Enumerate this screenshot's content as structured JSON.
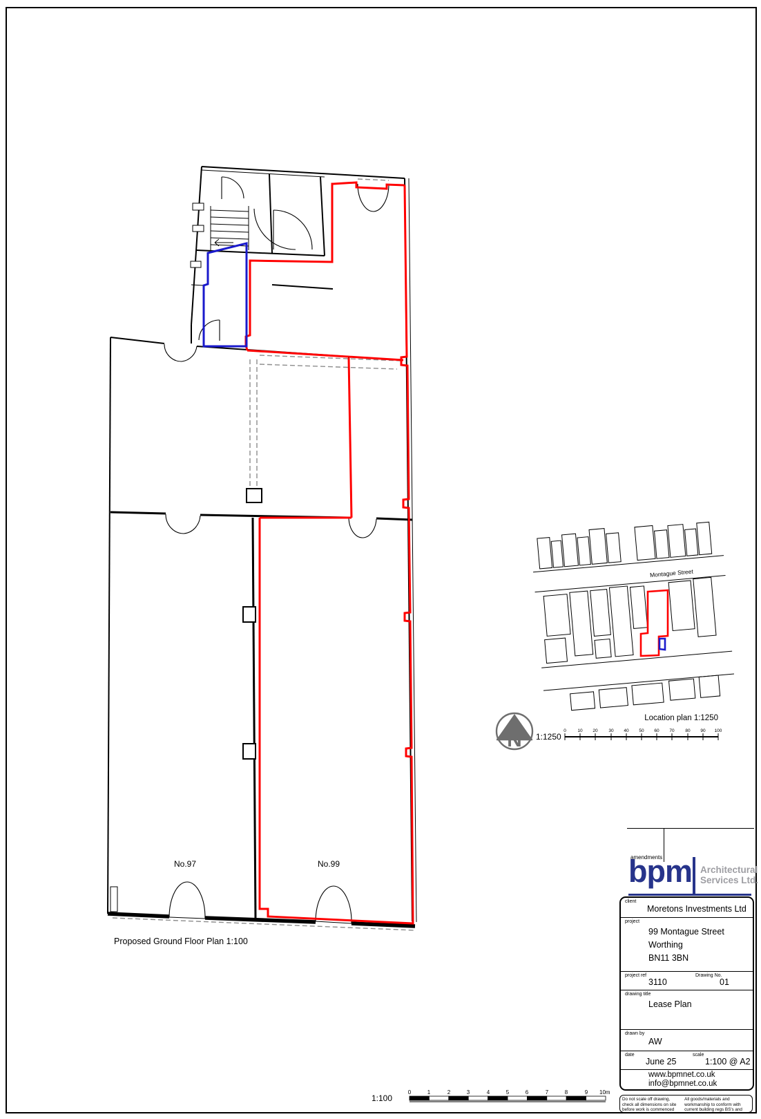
{
  "colors": {
    "lease_boundary": "#ff0000",
    "secondary_boundary": "#1a1acc",
    "logo_blue": "#27348b",
    "logo_gray": "#9e9ea3",
    "dash_gray": "#8c8c8c",
    "north_gray": "#6e6e6e"
  },
  "floor_plan": {
    "title": "Proposed Ground Floor Plan 1:100",
    "unit_left": "No.97",
    "unit_right": "No.99"
  },
  "location_plan": {
    "title": "Location plan 1:1250",
    "street": "Montague Street",
    "scale_label": "1:1250",
    "ticks": [
      "0",
      "10",
      "20",
      "30",
      "40",
      "50",
      "60",
      "70",
      "80",
      "90",
      "100"
    ]
  },
  "north_arrow": {
    "letter": "N"
  },
  "main_scale": {
    "label": "1:100",
    "ticks": [
      "0",
      "1",
      "2",
      "3",
      "4",
      "5",
      "6",
      "7",
      "8",
      "9"
    ],
    "end_label": "10m"
  },
  "title_block": {
    "amendments_label": "amendments",
    "logo_text": "bpm",
    "logo_sub1": "Architectural",
    "logo_sub2": "Services Ltd.",
    "client_label": "client",
    "client": "Moretons Investments Ltd",
    "project_label": "project",
    "project_line1": "99 Montague Street",
    "project_line2": "Worthing",
    "project_line3": "BN11 3BN",
    "project_ref_label": "project ref",
    "project_ref": "3110",
    "drawing_no_label": "Drawing No.",
    "drawing_no": "01",
    "drawing_title_label": "drawing title",
    "drawing_title": "Lease Plan",
    "drawn_by_label": "drawn by",
    "drawn_by": "AW",
    "date_label": "date",
    "date": "June 25",
    "scale_label": "scale",
    "scale": "1:100 @ A2",
    "website": "www.bpmnet.co.uk",
    "email": "info@bpmnet.co.uk",
    "disclaimer_left": "Do not scale off drawing, check all dimensions on site before work is commenced",
    "disclaimer_right": "All goods/materials and workmanship to conform with current building regs BS's and COP's"
  }
}
